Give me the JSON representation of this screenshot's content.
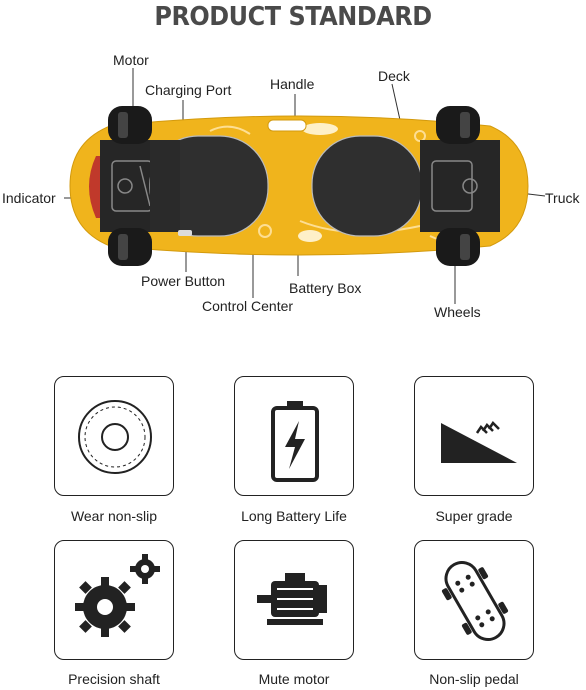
{
  "title": "PRODUCT STANDARD",
  "diagram": {
    "labels": {
      "motor": "Motor",
      "charging_port": "Charging Port",
      "handle": "Handle",
      "deck": "Deck",
      "indicator": "Indicator",
      "truck": "Truck",
      "power_button": "Power Button",
      "battery_box": "Battery Box",
      "control_center": "Control Center",
      "wheels": "Wheels"
    },
    "colors": {
      "deck": "#f0b41c",
      "cover": "#2f2f2f",
      "wheel": "#1a1a1a",
      "indicator": "#c0392b"
    }
  },
  "features": [
    {
      "label": "Wear non-slip",
      "icon": "wheel-icon"
    },
    {
      "label": "Long Battery Life",
      "icon": "battery-icon"
    },
    {
      "label": "Super grade",
      "icon": "slope-icon"
    },
    {
      "label": "Precision shaft",
      "icon": "gears-icon"
    },
    {
      "label": "Mute motor",
      "icon": "motor-icon"
    },
    {
      "label": "Non-slip pedal",
      "icon": "skateboard-icon"
    }
  ]
}
